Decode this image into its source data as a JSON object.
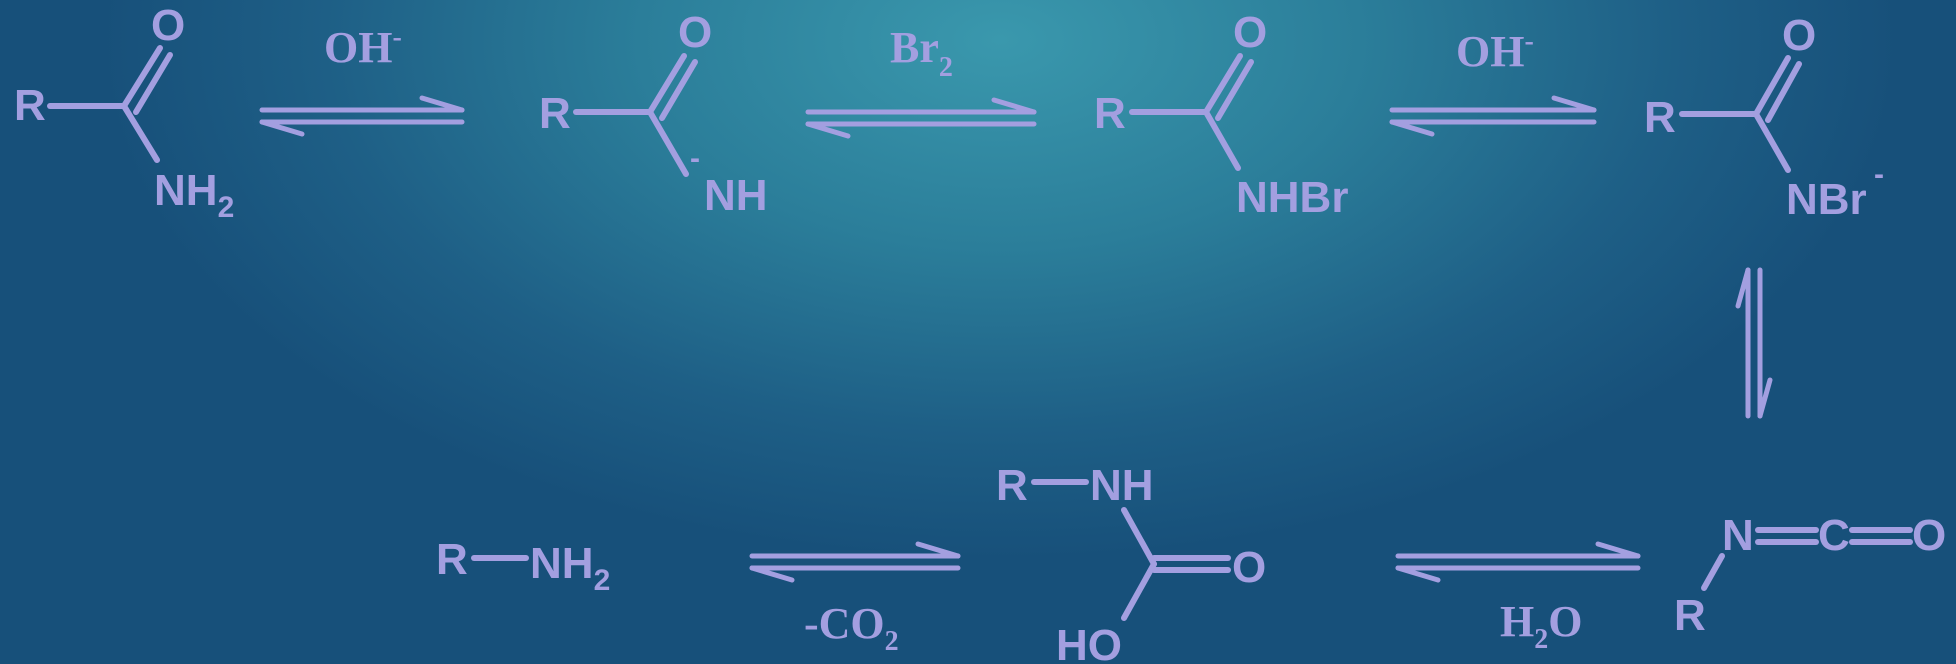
{
  "diagram": {
    "steps": [
      {
        "reagent": "OH",
        "charge": "-"
      },
      {
        "reagent": "Br",
        "sub": "2"
      },
      {
        "reagent": "OH",
        "charge": "-"
      },
      {
        "reagent": "H",
        "sub": "2",
        "tail": "O"
      },
      {
        "reagent": "-CO",
        "sub": "2"
      }
    ],
    "molecules": {
      "amide": {
        "r": "R",
        "o": "O",
        "n": "NH",
        "n_sub": "2"
      },
      "amide_anion": {
        "r": "R",
        "o": "O",
        "n": "NH",
        "charge": "-"
      },
      "n_bromoamide": {
        "r": "R",
        "o": "O",
        "n": "NHBr"
      },
      "bromoamide_anion": {
        "r": "R",
        "o": "O",
        "n": "NBr",
        "charge": "-"
      },
      "isocyanate": {
        "r": "R",
        "n": "N",
        "c": "C",
        "o": "O"
      },
      "carbamic_acid": {
        "r": "R",
        "n": "NH",
        "o": "O",
        "oh": "HO"
      },
      "amine": {
        "r": "R",
        "n": "NH",
        "n_sub": "2"
      }
    },
    "colors": {
      "ink": "#a39fe0",
      "background": "#2b7e9a"
    }
  }
}
